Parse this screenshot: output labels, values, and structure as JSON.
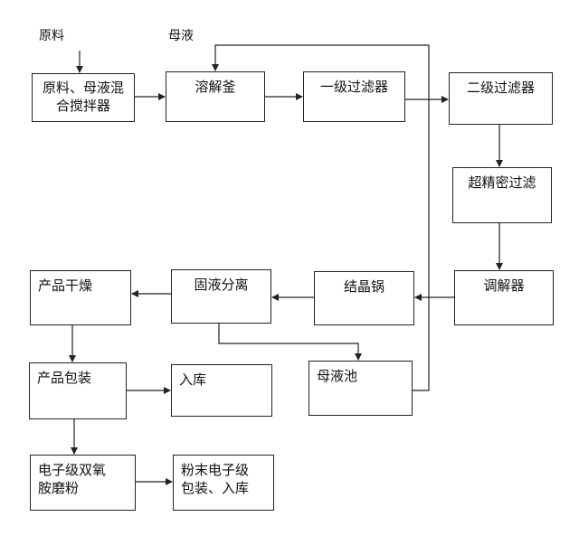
{
  "labels": {
    "raw_material": "原料",
    "mother_liquor": "母液"
  },
  "boxes": {
    "mixer_line1": "原料、母液混",
    "mixer_line2": "合搅拌器",
    "dissolver": "溶解釜",
    "filter1": "一级过滤器",
    "filter2": "二级过滤器",
    "ultrafilter": "超精密过滤",
    "conditioner": "调解器",
    "crystallizer": "结晶锅",
    "separator": "固液分离",
    "dryer": "产品干燥",
    "packaging": "产品包装",
    "storage": "入库",
    "mother_tank": "母液池",
    "powder_line1": "电子级双氧",
    "powder_line2": "胺磨粉",
    "final_line1": "粉末电子级",
    "final_line2": "包装、入库"
  }
}
